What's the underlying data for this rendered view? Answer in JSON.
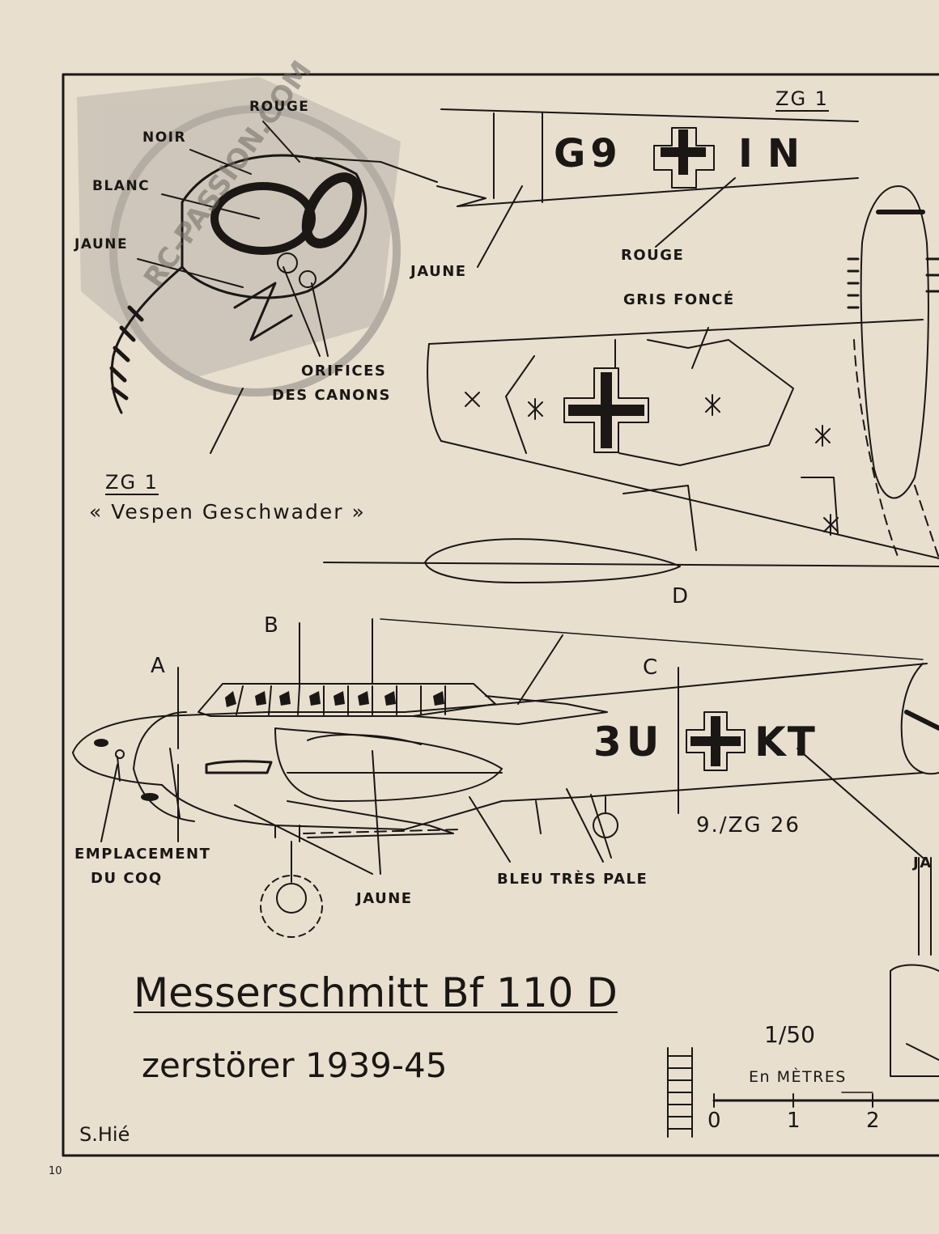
{
  "page_number": "10",
  "author": "S.Hié",
  "watermark_text": "RC-PASSION.COM",
  "title": {
    "main": "Messerschmitt Bf 110 D",
    "sub": "zerstörer 1939-45"
  },
  "unit": {
    "name": "ZG 1",
    "nickname": "« Vespen Geschwader »"
  },
  "top_unit": "ZG 1",
  "wing_code": {
    "left": "G9",
    "right": "IN"
  },
  "fuselage_code": {
    "left": "3U",
    "right": "KT",
    "unit": "9./ZG 26"
  },
  "scale": {
    "ratio": "1/50",
    "caption": "En MÈTRES",
    "ticks": [
      "0",
      "1",
      "2"
    ]
  },
  "color_labels": {
    "rouge_nose": "ROUGE",
    "noir": "NOIR",
    "blanc": "BLANC",
    "jaune_nose": "JAUNE",
    "orifices_1": "ORIFICES",
    "orifices_2": "DES CANONS",
    "jaune_wing": "JAUNE",
    "rouge_wing": "ROUGE",
    "gris_fonce": "GRIS FONCÉ",
    "emplacement_1": "EMPLACEMENT",
    "emplacement_2": "DU COQ",
    "jaune_fuselage": "JAUNE",
    "bleu_tres_pale": "BLEU TRÈS PALE",
    "ja_partial": "JA"
  },
  "section_labels": {
    "a": "A",
    "b": "B",
    "c": "C",
    "d": "D"
  },
  "colors": {
    "paper": "#e8dfcf",
    "ink": "#1a1714"
  }
}
